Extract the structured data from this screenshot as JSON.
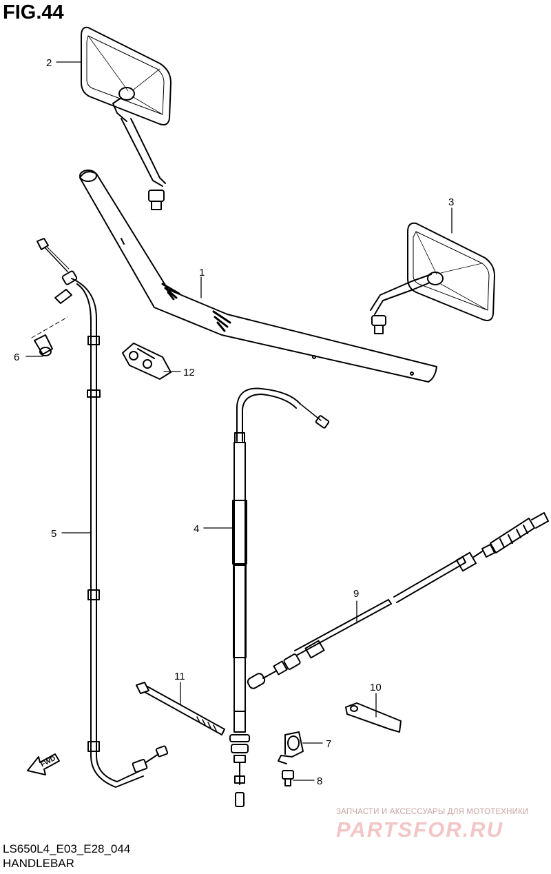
{
  "figure": {
    "title": "FIG.44",
    "code": "LS650L4_E03_E28_044",
    "caption": "HANDLEBAR"
  },
  "callouts": [
    "1",
    "2",
    "3",
    "4",
    "5",
    "6",
    "7",
    "8",
    "9",
    "10",
    "11",
    "12"
  ],
  "fwd_label": "FWD",
  "watermark": {
    "tagline": "ЗАПЧАСТИ И АКСЕССУАРЫ ДЛЯ МОТОТЕХНИКИ",
    "brand": "PARTSFOR.RU"
  }
}
